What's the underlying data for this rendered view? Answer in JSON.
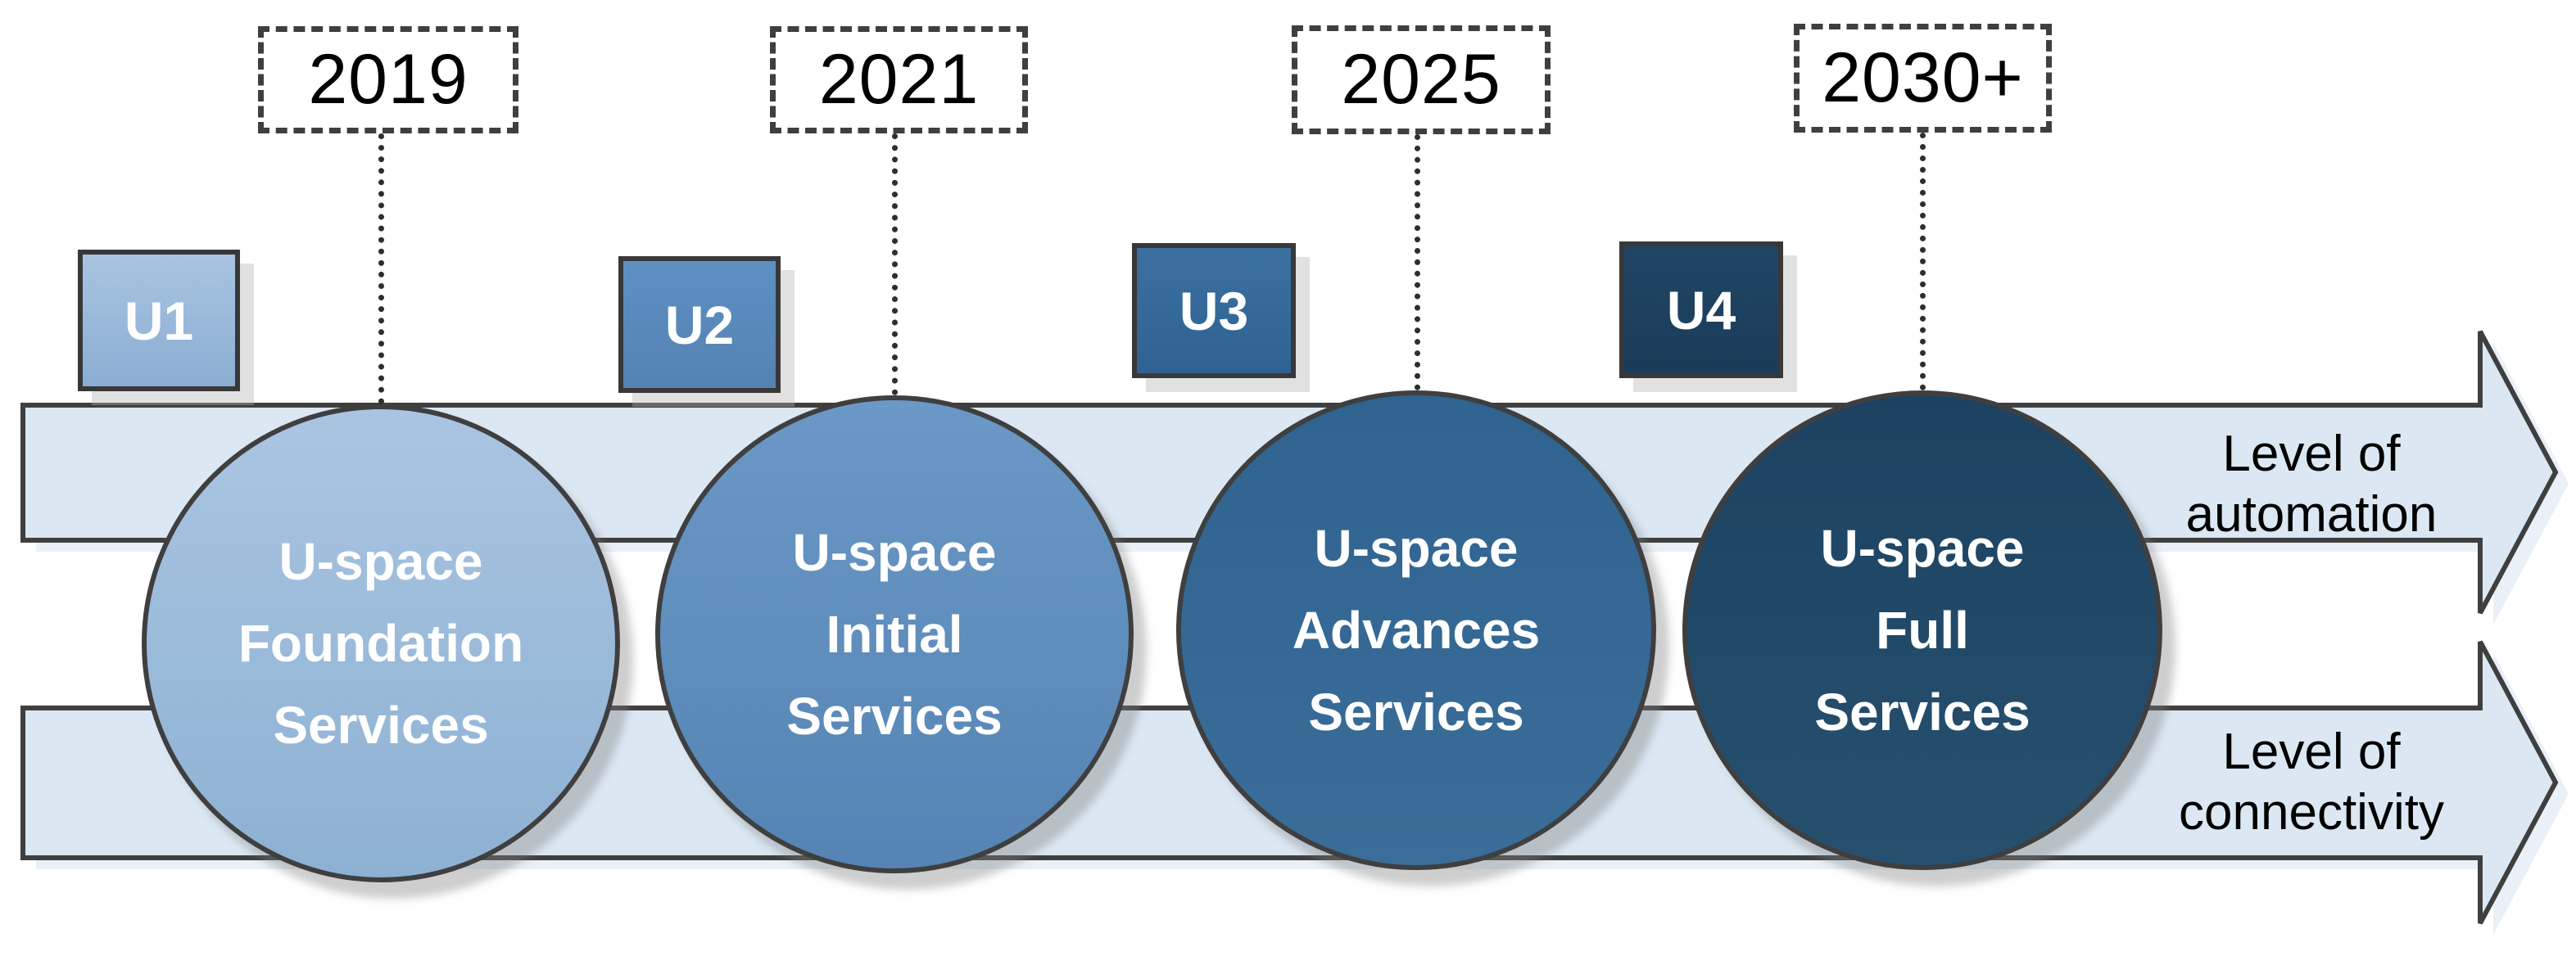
{
  "diagram": {
    "years": [
      "2019",
      "2021",
      "2025",
      "2030+"
    ],
    "phases": [
      "U1",
      "U2",
      "U3",
      "U4"
    ],
    "services": [
      "U-space\nFoundation\nServices",
      "U-space\nInitial\nServices",
      "U-space\nAdvances\nServices",
      "U-space\nFull\nServices"
    ],
    "axis_labels": [
      "Level of\nautomation",
      "Level of\nconnectivity"
    ],
    "phase_colors": [
      "#9dbbdc",
      "#5b8cbe",
      "#35699a",
      "#1f4565"
    ],
    "band_color": "#dbe8f3",
    "outline_color": "#3f3f3f"
  }
}
